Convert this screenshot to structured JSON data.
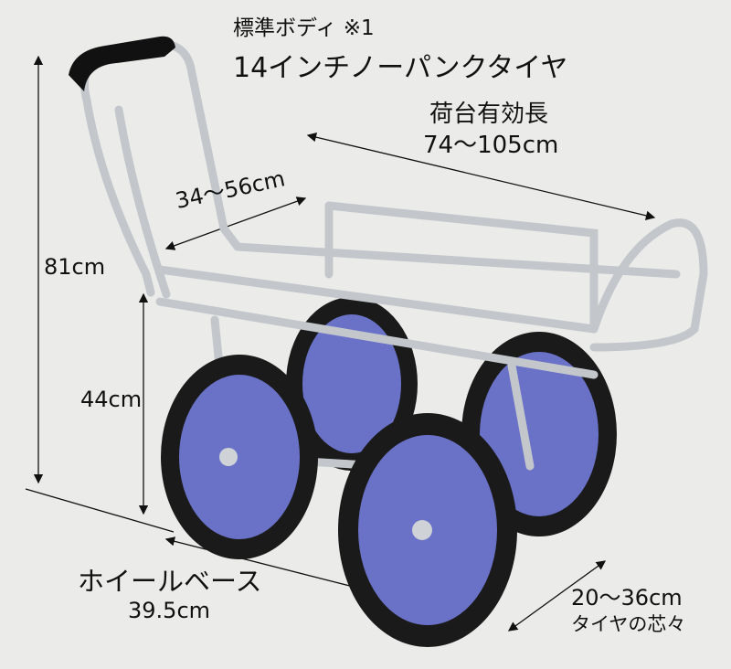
{
  "header": {
    "body_type": "標準ボディ ※1",
    "tire_type": "14インチノーパンクタイヤ"
  },
  "dimensions": {
    "bed_length_label": "荷台有効長",
    "bed_length_value": "74〜105cm",
    "bed_width_value": "34〜56cm",
    "total_height_value": "81cm",
    "bed_height_value": "44cm",
    "wheelbase_label": "ホイールベース",
    "wheelbase_value": "39.5cm",
    "track_value": "20〜36cm",
    "track_label": "タイヤの芯々"
  },
  "colors": {
    "background": "#ebebe9",
    "rim": "#6a72c8",
    "tire": "#1a1a1a",
    "frame": "#c8ccd0"
  }
}
